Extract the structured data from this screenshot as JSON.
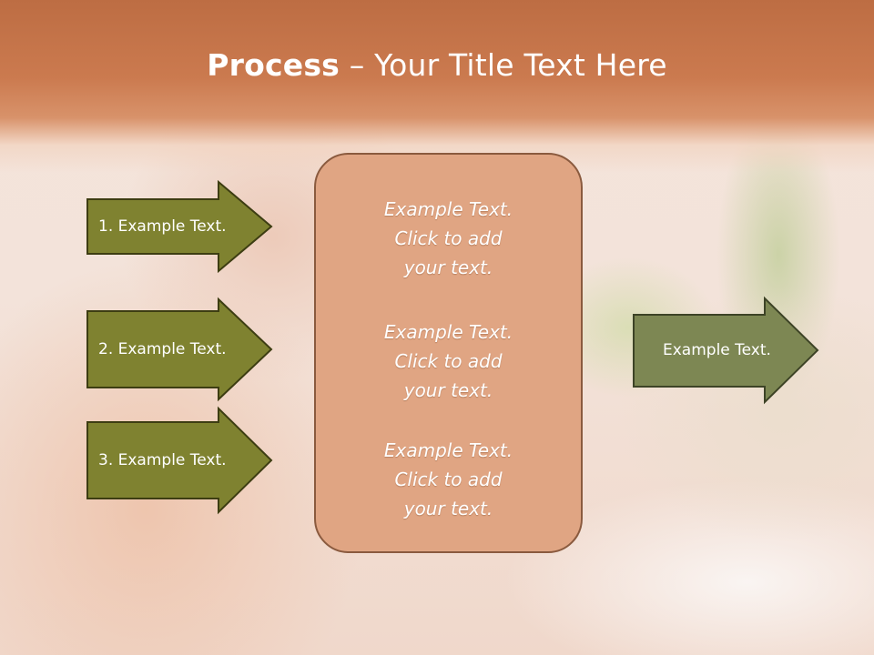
{
  "title": {
    "bold": "Process",
    "rest": " – Your Title Text Here"
  },
  "left_arrows": [
    {
      "label": "1. Example Text."
    },
    {
      "label": "2. Example Text."
    },
    {
      "label": "3. Example Text."
    }
  ],
  "center_blocks": [
    {
      "lines": [
        "Example Text.",
        "Click  to add",
        "your text."
      ]
    },
    {
      "lines": [
        "Example Text.",
        "Click  to add",
        "your text."
      ]
    },
    {
      "lines": [
        "Example Text.",
        "Click  to add",
        "your text."
      ]
    }
  ],
  "right_arrow": {
    "label": "Example Text."
  },
  "colors": {
    "header": "#c9784d",
    "left_arrow_fill": "#7f8230",
    "right_arrow_fill": "#7d8753",
    "center_box_fill": "#e0a583",
    "text": "#ffffff"
  }
}
